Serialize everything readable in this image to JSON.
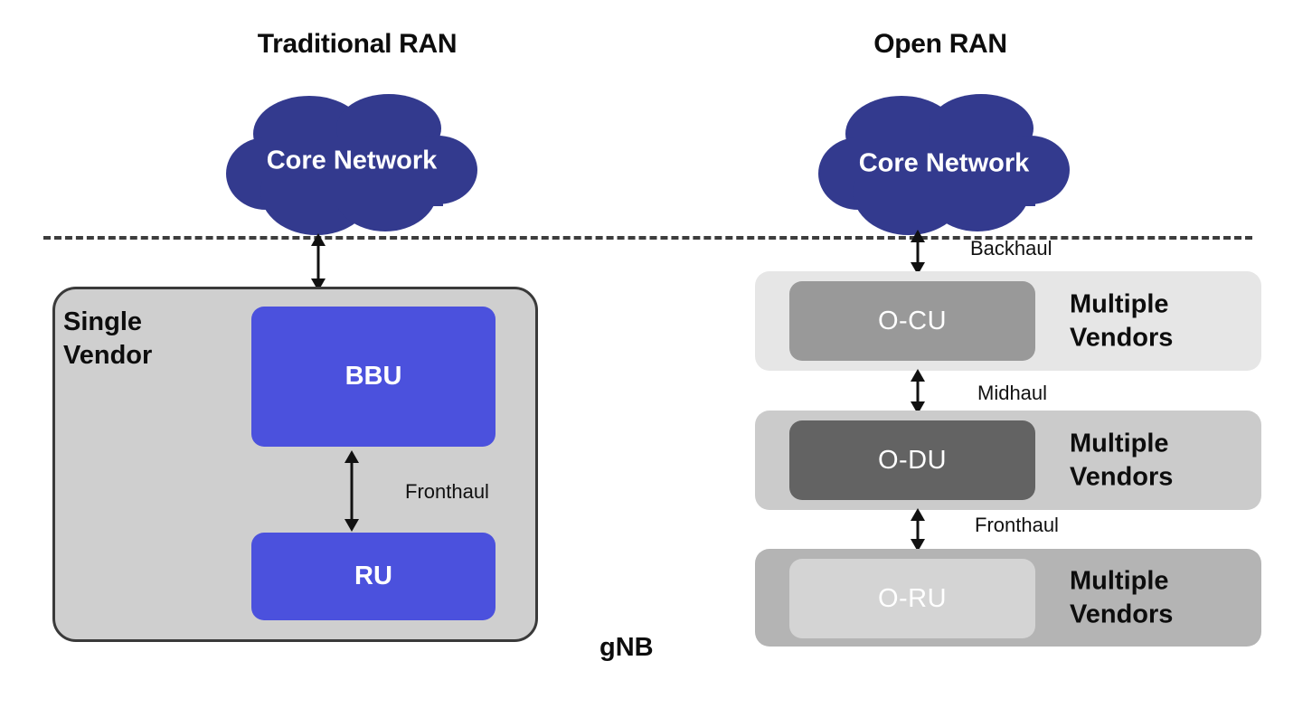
{
  "diagram": {
    "title_left": "Traditional RAN",
    "title_right": "Open RAN",
    "gnb_label": "gNB",
    "colors": {
      "cloud": "#333a8e",
      "blue_unit": "#4b51dd",
      "single_vendor_fill": "#cfcfcf",
      "single_vendor_stroke": "#3a3a3a",
      "panel_ocu": "#e6e6e6",
      "panel_odu": "#cbcbcb",
      "panel_oru": "#b4b4b4",
      "box_ocu": "#999999",
      "box_odu": "#636363",
      "box_oru": "#d4d4d4",
      "divider": "#3d3d3d",
      "arrow": "#111111",
      "text": "#0d0d0d"
    }
  },
  "clouds": {
    "left": {
      "label": "Core\nNetwork"
    },
    "right": {
      "label": "Core\nNetwork"
    }
  },
  "traditional": {
    "container_label": "Single\nVendor",
    "units": [
      {
        "id": "bbu",
        "label": "BBU"
      },
      {
        "id": "ru",
        "label": "RU"
      }
    ],
    "links": [
      {
        "id": "core-to-gnb",
        "label": ""
      },
      {
        "id": "bbu-to-ru",
        "label": "Fronthaul"
      }
    ]
  },
  "openran": {
    "panels": [
      {
        "id": "ocu",
        "unit_label": "O-CU",
        "vendor_label": "Multiple\nVendors"
      },
      {
        "id": "odu",
        "unit_label": "O-DU",
        "vendor_label": "Multiple\nVendors"
      },
      {
        "id": "oru",
        "unit_label": "O-RU",
        "vendor_label": "Multiple\nVendors"
      }
    ],
    "links": [
      {
        "id": "backhaul",
        "label": "Backhaul"
      },
      {
        "id": "midhaul",
        "label": "Midhaul"
      },
      {
        "id": "fronthaul",
        "label": "Fronthaul"
      }
    ]
  }
}
